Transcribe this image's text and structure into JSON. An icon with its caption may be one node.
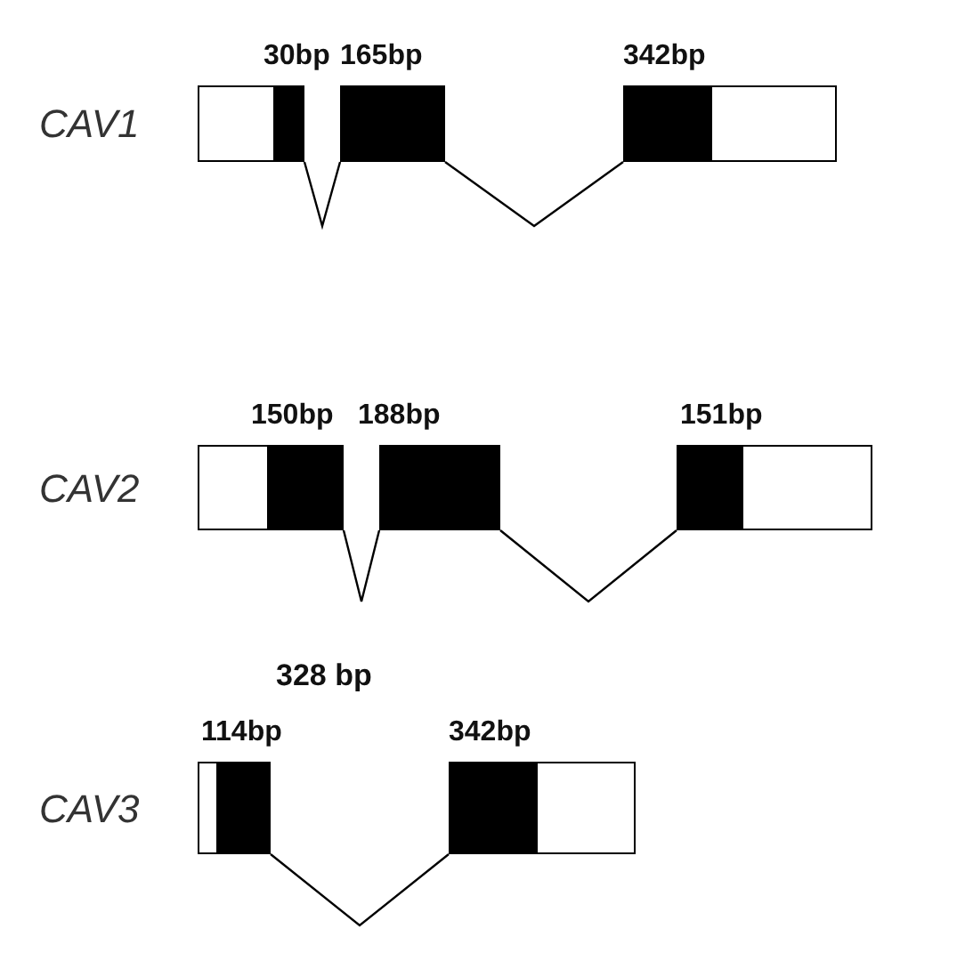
{
  "diagram": {
    "nodes": [
      {
        "text": [
          "30bp"
        ]
      },
      {
        "text": [
          "165bp"
        ]
      },
      {
        "text": [
          "342bp"
        ]
      },
      {
        "text": [
          "150bp"
        ]
      },
      {
        "text": [
          "188bp"
        ]
      },
      {
        "text": [
          "151bp"
        ]
      },
      {
        "text": [
          "114bp"
        ]
      },
      {
        "text": [
          "342bp"
        ]
      }
    ],
    "edges": [
      {
        "from": 0,
        "to": 1,
        "arrow": "none"
      },
      {
        "from": 1,
        "to": 2,
        "arrow": "none"
      },
      {
        "from": 3,
        "to": 4,
        "arrow": "none",
        "label": "328 bp"
      },
      {
        "from": 4,
        "to": 5,
        "arrow": "none"
      },
      {
        "from": 6,
        "to": 7,
        "arrow": "none"
      }
    ],
    "labels": [
      "CAV1",
      "CAV2",
      "CAV3"
    ]
  }
}
